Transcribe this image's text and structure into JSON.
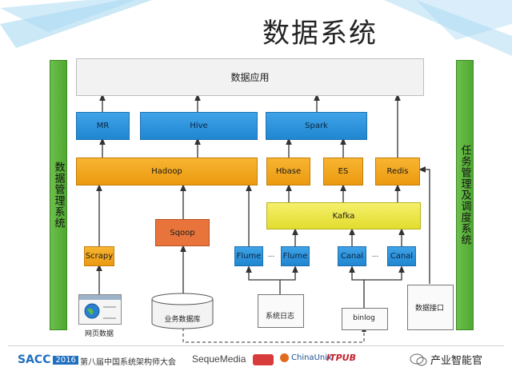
{
  "title": "数据系统",
  "app_layer": "数据应用",
  "compute": {
    "mr": "MR",
    "hive": "Hive",
    "spark": "Spark"
  },
  "storage": {
    "hadoop": "Hadoop",
    "hbase": "Hbase",
    "es": "ES",
    "redis": "Redis"
  },
  "kafka": "Kafka",
  "sqoop": "Sqoop",
  "collectors": {
    "scrapy": "Scrapy",
    "flume1": "Flume",
    "ellipsis1": "...",
    "flume2": "Flume",
    "ellipsis2": "...",
    "canal1": "Canal",
    "canal2": "Canal"
  },
  "sources": {
    "web": "网页数据",
    "db": "业务数据库",
    "syslog": "系统日志",
    "binlog": "binlog",
    "api": "数据接口"
  },
  "left_side": "数据管理系统",
  "right_side": "任务管理及调度系统",
  "footer": {
    "sacc": "SACC",
    "year": "2016",
    "conf": "第八届中国系统架构师大会",
    "sequemedia": "SequeMedia",
    "chinaunix": "ChinaUnix",
    "itpub": "ITPUB",
    "wechat": "产业智能官"
  }
}
